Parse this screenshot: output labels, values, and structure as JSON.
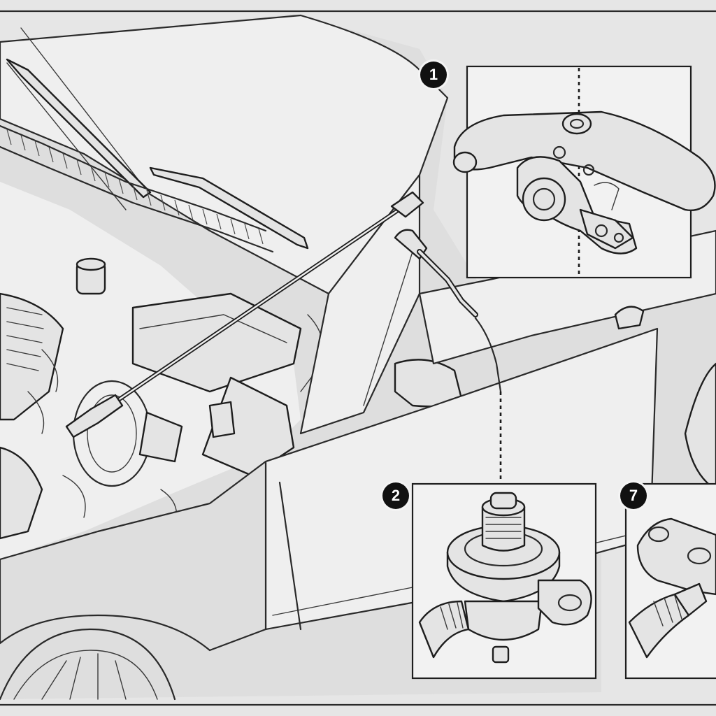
{
  "callouts": {
    "badge1": "1",
    "badge2": "2",
    "badge3": "7"
  },
  "colors": {
    "background": "#e6e6e6",
    "linework": "#2a2a2a",
    "badge": "#111111"
  }
}
